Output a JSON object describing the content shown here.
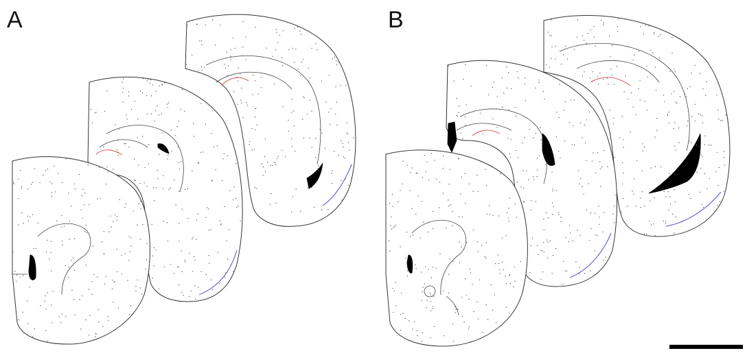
{
  "panels": [
    {
      "label": "A"
    },
    {
      "label": "B"
    }
  ],
  "colors": {
    "outline": "#333333",
    "ventricle": "#000000",
    "hippocampal_marker": "#e07070",
    "cortical_marker": "#6a6ae0",
    "stipple": "#555555"
  },
  "icons": [
    "scale-bar"
  ]
}
